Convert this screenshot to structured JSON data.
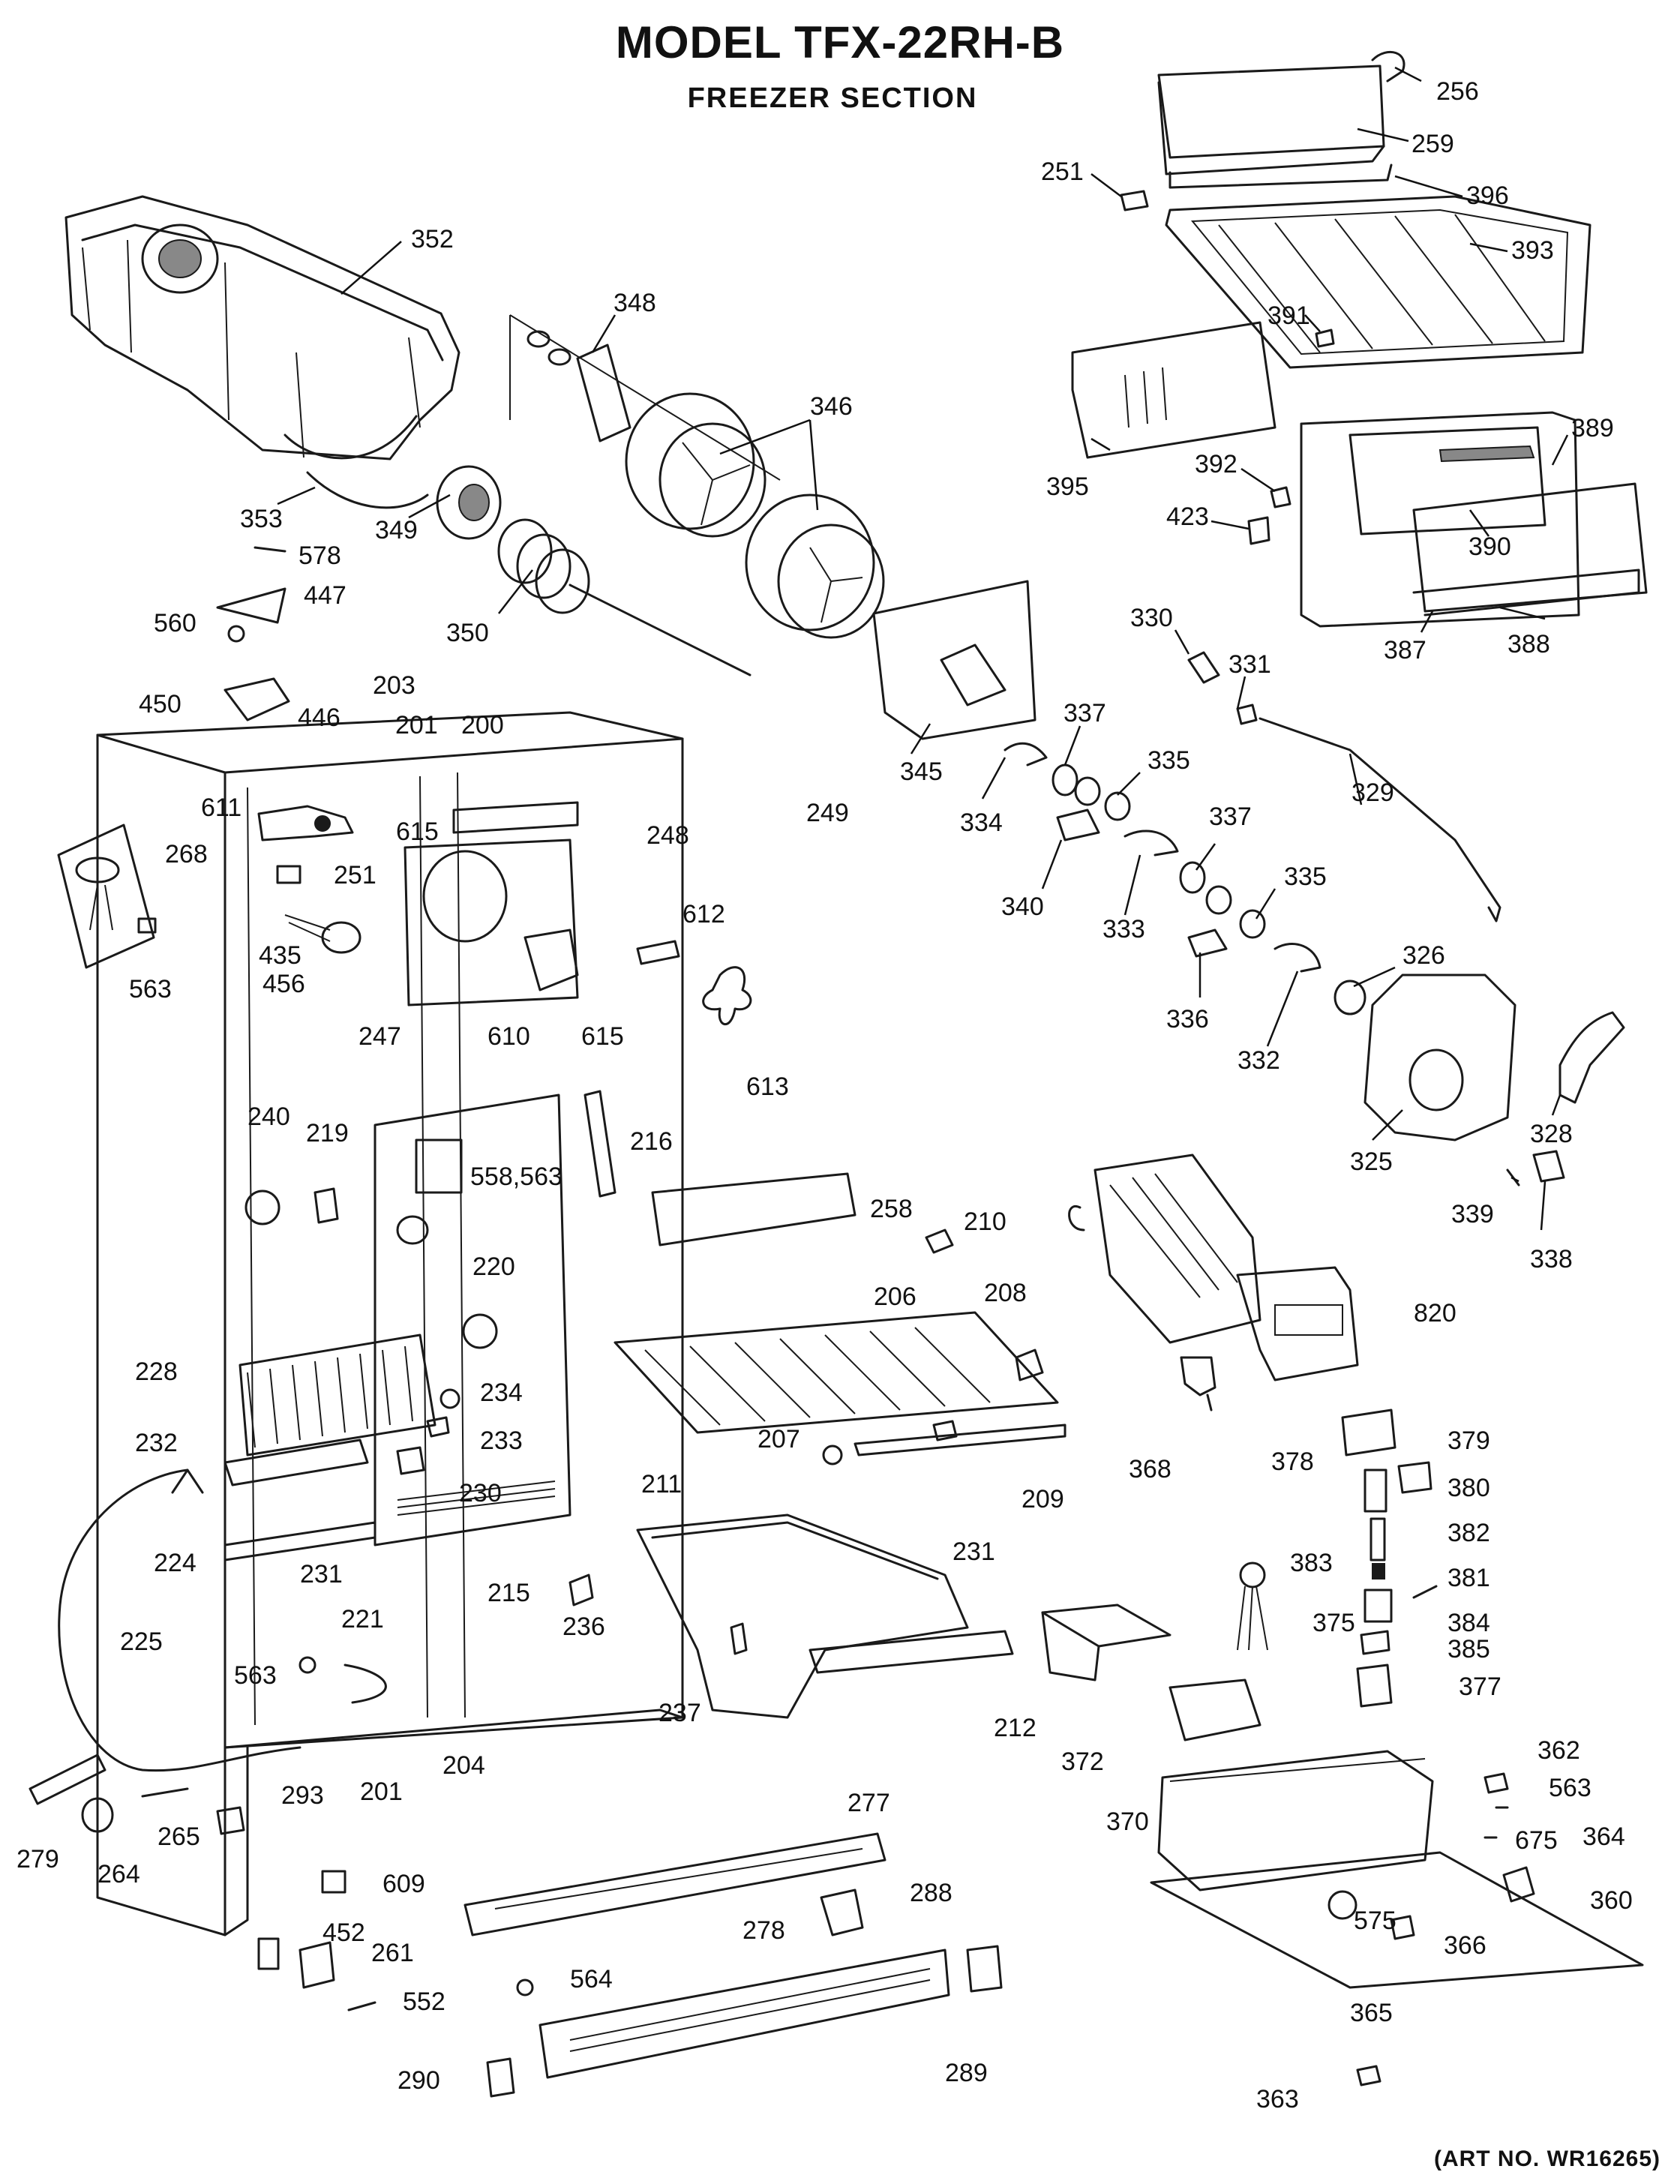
{
  "header": {
    "title": "MODEL TFX-22RH-B",
    "subtitle": "FREEZER SECTION"
  },
  "footer": {
    "art_number": "(ART NO. WR16265)"
  },
  "part_labels": [
    "256",
    "259",
    "251",
    "396",
    "393",
    "391",
    "395",
    "389",
    "392",
    "423",
    "390",
    "387",
    "388",
    "352",
    "348",
    "346",
    "353",
    "349",
    "350",
    "578",
    "447",
    "560",
    "450",
    "446",
    "203",
    "201",
    "200",
    "611",
    "615",
    "248",
    "249",
    "268",
    "251",
    "563",
    "435",
    "247",
    "610",
    "615",
    "612",
    "456",
    "613",
    "345",
    "330",
    "331",
    "329",
    "337",
    "334",
    "335",
    "340",
    "337",
    "333",
    "335",
    "336",
    "326",
    "332",
    "325",
    "328",
    "339",
    "338",
    "240",
    "219",
    "558,563",
    "216",
    "258",
    "210",
    "220",
    "206",
    "208",
    "820",
    "228",
    "234",
    "233",
    "232",
    "230",
    "207",
    "209",
    "368",
    "378",
    "379",
    "380",
    "382",
    "383",
    "381",
    "375",
    "384",
    "385",
    "377",
    "224",
    "231",
    "211",
    "231",
    "225",
    "221",
    "215",
    "236",
    "237",
    "212",
    "563",
    "204",
    "201",
    "293",
    "265",
    "279",
    "264",
    "277",
    "288",
    "372",
    "370",
    "362",
    "563",
    "675",
    "364",
    "360",
    "609",
    "452",
    "261",
    "552",
    "278",
    "564",
    "575",
    "366",
    "365",
    "290",
    "289",
    "363"
  ]
}
